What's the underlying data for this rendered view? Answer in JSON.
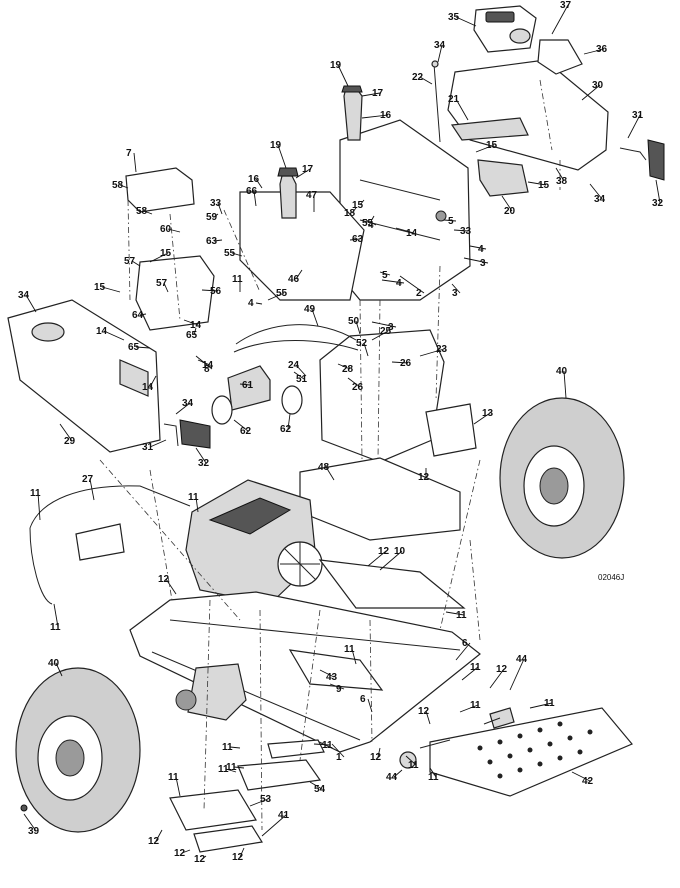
{
  "drawing_id": "02046J",
  "parts": [
    {
      "n": "1"
    },
    {
      "n": "2"
    },
    {
      "n": "3"
    },
    {
      "n": "3"
    },
    {
      "n": "3"
    },
    {
      "n": "4"
    },
    {
      "n": "4"
    },
    {
      "n": "4"
    },
    {
      "n": "4"
    },
    {
      "n": "5"
    },
    {
      "n": "5"
    },
    {
      "n": "6"
    },
    {
      "n": "6"
    },
    {
      "n": "7"
    },
    {
      "n": "8"
    },
    {
      "n": "9"
    },
    {
      "n": "10"
    },
    {
      "n": "11"
    },
    {
      "n": "11"
    },
    {
      "n": "11"
    },
    {
      "n": "11"
    },
    {
      "n": "11"
    },
    {
      "n": "11"
    },
    {
      "n": "11"
    },
    {
      "n": "11"
    },
    {
      "n": "11"
    },
    {
      "n": "11"
    },
    {
      "n": "11"
    },
    {
      "n": "11"
    },
    {
      "n": "11"
    },
    {
      "n": "11"
    },
    {
      "n": "11"
    },
    {
      "n": "11"
    },
    {
      "n": "12"
    },
    {
      "n": "12"
    },
    {
      "n": "12"
    },
    {
      "n": "12"
    },
    {
      "n": "12"
    },
    {
      "n": "12"
    },
    {
      "n": "12"
    },
    {
      "n": "12"
    },
    {
      "n": "12"
    },
    {
      "n": "12"
    },
    {
      "n": "13"
    },
    {
      "n": "14"
    },
    {
      "n": "14"
    },
    {
      "n": "14"
    },
    {
      "n": "14"
    },
    {
      "n": "14"
    },
    {
      "n": "15"
    },
    {
      "n": "15"
    },
    {
      "n": "15"
    },
    {
      "n": "15"
    },
    {
      "n": "15"
    },
    {
      "n": "16"
    },
    {
      "n": "16"
    },
    {
      "n": "17"
    },
    {
      "n": "17"
    },
    {
      "n": "18"
    },
    {
      "n": "19"
    },
    {
      "n": "19"
    },
    {
      "n": "20"
    },
    {
      "n": "21"
    },
    {
      "n": "22"
    },
    {
      "n": "23"
    },
    {
      "n": "24"
    },
    {
      "n": "25"
    },
    {
      "n": "26"
    },
    {
      "n": "26"
    },
    {
      "n": "27"
    },
    {
      "n": "28"
    },
    {
      "n": "29"
    },
    {
      "n": "30"
    },
    {
      "n": "31"
    },
    {
      "n": "31"
    },
    {
      "n": "32"
    },
    {
      "n": "32"
    },
    {
      "n": "33"
    },
    {
      "n": "33"
    },
    {
      "n": "34"
    },
    {
      "n": "34"
    },
    {
      "n": "34"
    },
    {
      "n": "34"
    },
    {
      "n": "35"
    },
    {
      "n": "36"
    },
    {
      "n": "37"
    },
    {
      "n": "38"
    },
    {
      "n": "39"
    },
    {
      "n": "40"
    },
    {
      "n": "40"
    },
    {
      "n": "41"
    },
    {
      "n": "42"
    },
    {
      "n": "43"
    },
    {
      "n": "44"
    },
    {
      "n": "44"
    },
    {
      "n": "46"
    },
    {
      "n": "47"
    },
    {
      "n": "48"
    },
    {
      "n": "49"
    },
    {
      "n": "50"
    },
    {
      "n": "51"
    },
    {
      "n": "52"
    },
    {
      "n": "53"
    },
    {
      "n": "54"
    },
    {
      "n": "55"
    },
    {
      "n": "55"
    },
    {
      "n": "55"
    },
    {
      "n": "56"
    },
    {
      "n": "57"
    },
    {
      "n": "57"
    },
    {
      "n": "58"
    },
    {
      "n": "58"
    },
    {
      "n": "59"
    },
    {
      "n": "60"
    },
    {
      "n": "61"
    },
    {
      "n": "62"
    },
    {
      "n": "62"
    },
    {
      "n": "63"
    },
    {
      "n": "63"
    },
    {
      "n": "64"
    },
    {
      "n": "65"
    },
    {
      "n": "65"
    },
    {
      "n": "66"
    }
  ]
}
